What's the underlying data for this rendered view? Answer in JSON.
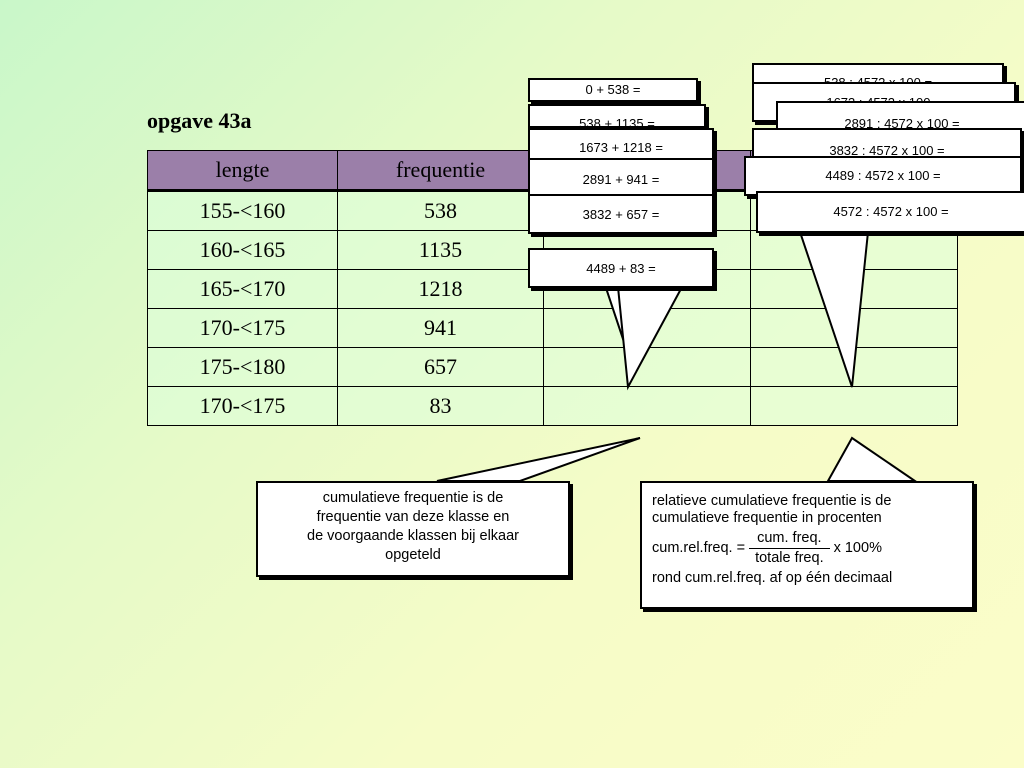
{
  "title": "opgave 43a",
  "table": {
    "headers": [
      "lengte",
      "frequentie",
      "",
      ""
    ],
    "rows": [
      {
        "lengte": "155-<160",
        "frequentie": "538"
      },
      {
        "lengte": "160-<165",
        "frequentie": "1135"
      },
      {
        "lengte": "165-<170",
        "frequentie": "1218"
      },
      {
        "lengte": "170-<175",
        "frequentie": "941"
      },
      {
        "lengte": "175-<180",
        "frequentie": "657"
      },
      {
        "lengte": "170-<175",
        "frequentie": "83"
      }
    ]
  },
  "cum_boxes": [
    "0 + 538 =",
    "538 + 1135 =",
    "1673 + 1218 =",
    "2891 + 941 =",
    "3832 + 657 =",
    "4489 + 83 ="
  ],
  "rel_boxes": [
    "538 : 4572 x 100 =",
    "1673 : 4572 x 100 =",
    "2891 : 4572 x 100 =",
    "3832 : 4572 x 100 =",
    "4489 : 4572 x 100 =",
    "4572 : 4572 x 100 ="
  ],
  "callout_left": {
    "line1": "cumulatieve frequentie is de",
    "line2": "frequentie van deze klasse en",
    "line3": "de voorgaande klassen bij elkaar",
    "line4": "opgeteld"
  },
  "callout_right": {
    "line1": "relatieve cumulatieve frequentie is de",
    "line2": "cumulatieve frequentie in procenten",
    "formula_lhs": "cum.rel.freq. =",
    "numerator": "cum. freq.",
    "denominator": "totale freq.",
    "formula_rhs": "x 100%",
    "line3": "rond cum.rel.freq. af op één decimaal"
  }
}
